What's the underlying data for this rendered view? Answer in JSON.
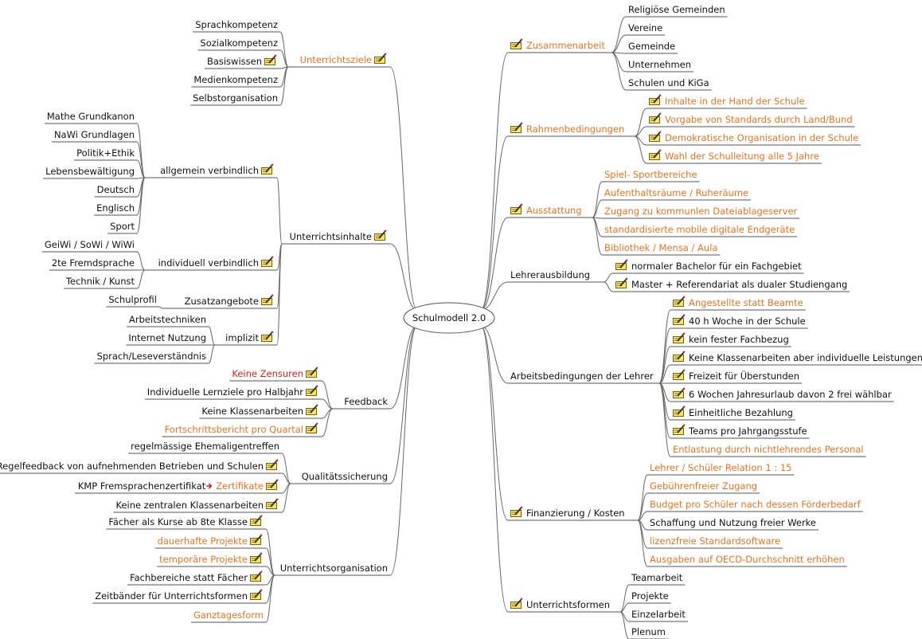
{
  "center": {
    "label": "Schulmodell 2.0"
  },
  "colors": {
    "default": "#111111",
    "accent": "#e8731e",
    "alert": "#d61f1f",
    "line": "#666666"
  },
  "icons": {
    "note": "pencil-note-icon",
    "arrow": "red-arrow-icon"
  },
  "branches": [
    {
      "label": "Unterrichtsziele",
      "color": "orange",
      "icon": true,
      "items": [
        {
          "label": "Sprachkompetenz"
        },
        {
          "label": "Sozialkompetenz"
        },
        {
          "label": "Basiswissen",
          "icon": true
        },
        {
          "label": "Medienkompetenz"
        },
        {
          "label": "Selbstorganisation"
        }
      ]
    },
    {
      "label": "Unterrichtsinhalte",
      "icon": true,
      "groups": [
        {
          "label": "allgemein verbindlich",
          "icon": true,
          "items": [
            {
              "label": "Mathe Grundkanon"
            },
            {
              "label": "NaWi Grundlagen"
            },
            {
              "label": "Politik+Ethik"
            },
            {
              "label": "Lebensbewältigung"
            },
            {
              "label": "Deutsch"
            },
            {
              "label": "Englisch"
            },
            {
              "label": "Sport"
            }
          ]
        },
        {
          "label": "individuell verbindlich",
          "icon": true,
          "items": [
            {
              "label": "GeiWi / SoWi / WiWi"
            },
            {
              "label": "2te Fremdsprache"
            },
            {
              "label": "Technik / Kunst"
            }
          ]
        },
        {
          "label": "Zusatzangebote",
          "icon": true,
          "items": [
            {
              "label": "Schulprofil"
            }
          ]
        },
        {
          "label": "implizit",
          "icon": true,
          "items": [
            {
              "label": "Arbeitstechniken"
            },
            {
              "label": "Internet Nutzung"
            },
            {
              "label": "Sprach/Leseverständnis"
            }
          ]
        }
      ]
    },
    {
      "label": "Feedback",
      "items": [
        {
          "label": "Keine Zensuren",
          "color": "red",
          "icon": true
        },
        {
          "label": "Individuelle Lernziele pro Halbjahr",
          "icon": true
        },
        {
          "label": "Keine Klassenarbeiten",
          "icon": true
        },
        {
          "label": "Fortschrittsbericht pro Quartal",
          "color": "orange",
          "icon": true
        }
      ]
    },
    {
      "label": "Qualitätssicherung",
      "items": [
        {
          "label": "regelmässige Ehemaligentreffen"
        },
        {
          "label": "Regelfeedback von aufnehmenden Betrieben und Schulen",
          "icon": true
        },
        {
          "label": "Zertifikate",
          "color": "orange",
          "icon": true,
          "note": "KMP Fremsprachenzertifikat"
        },
        {
          "label": "Keine zentralen Klassenarbeiten",
          "icon": true
        }
      ]
    },
    {
      "label": "Unterrichtsorganisation",
      "items": [
        {
          "label": "Fächer als Kurse ab 8te Klasse",
          "icon": true
        },
        {
          "label": "dauerhafte Projekte",
          "color": "orange",
          "icon": true
        },
        {
          "label": "temporäre Projekte",
          "color": "orange",
          "icon": true
        },
        {
          "label": "Fachbereiche statt Fächer",
          "icon": true
        },
        {
          "label": "Zeitbänder für Unterrichtsformen",
          "icon": true
        },
        {
          "label": "Ganztagesform",
          "color": "orange"
        }
      ]
    },
    {
      "label": "Zusammenarbeit",
      "color": "orange",
      "icon": true,
      "items": [
        {
          "label": "Religiöse Gemeinden"
        },
        {
          "label": "Vereine"
        },
        {
          "label": "Gemeinde"
        },
        {
          "label": "Unternehmen"
        },
        {
          "label": "Schulen und KiGa"
        }
      ]
    },
    {
      "label": "Rahmenbedingungen",
      "color": "orange",
      "icon": true,
      "items": [
        {
          "label": "Inhalte in der Hand der Schule",
          "color": "orange",
          "icon": true
        },
        {
          "label": "Vorgabe von Standards  durch Land/Bund",
          "color": "orange",
          "icon": true
        },
        {
          "label": "Demokratische Organisation in der Schule",
          "color": "orange",
          "icon": true
        },
        {
          "label": "Wahl der Schulleitung alle 5 Jahre",
          "color": "orange",
          "icon": true
        }
      ]
    },
    {
      "label": "Ausstattung",
      "color": "orange",
      "icon": true,
      "items": [
        {
          "label": "Spiel- Sportbereiche",
          "color": "orange"
        },
        {
          "label": "Aufenthaltsräume / Ruheräume",
          "color": "orange"
        },
        {
          "label": "Zugang zu kommunlen Dateiablageserver",
          "color": "orange"
        },
        {
          "label": "standardisierte mobile digitale Endgeräte",
          "color": "orange"
        },
        {
          "label": "Bibliothek / Mensa / Aula",
          "color": "orange"
        }
      ]
    },
    {
      "label": "Lehrerausbildung",
      "items": [
        {
          "label": "normaler Bachelor für ein Fachgebiet",
          "icon": true
        },
        {
          "label": "Master + Referendariat als dualer Studiengang",
          "icon": true
        }
      ]
    },
    {
      "label": "Arbeitsbedingungen der Lehrer",
      "items": [
        {
          "label": "Angestellte statt Beamte",
          "color": "orange",
          "icon": true
        },
        {
          "label": "40 h Woche in der Schule",
          "icon": true
        },
        {
          "label": "kein fester Fachbezug",
          "icon": true
        },
        {
          "label": "Keine Klassenarbeiten aber individuelle Leistungen",
          "icon": true
        },
        {
          "label": "Freizeit für Überstunden",
          "icon": true
        },
        {
          "label": "6 Wochen Jahresurlaub davon 2 frei wählbar",
          "icon": true
        },
        {
          "label": "Einheitliche Bezahlung",
          "icon": true
        },
        {
          "label": "Teams pro Jahrgangsstufe",
          "icon": true
        },
        {
          "label": "Entlastung durch nichtlehrendes Personal",
          "color": "orange"
        }
      ]
    },
    {
      "label": "Finanzierung / Kosten",
      "icon": true,
      "items": [
        {
          "label": "Lehrer / Schüler Relation 1 : 15",
          "color": "orange"
        },
        {
          "label": "Gebührenfreier Zugang",
          "color": "orange"
        },
        {
          "label": "Budget pro Schüler nach dessen Förderbedarf",
          "color": "orange"
        },
        {
          "label": "Schaffung und Nutzung freier Werke"
        },
        {
          "label": "lizenzfreie Standardsoftware",
          "color": "orange"
        },
        {
          "label": "Ausgaben auf OECD-Durchschnitt erhöhen",
          "color": "orange"
        }
      ]
    },
    {
      "label": "Unterrichtsformen",
      "icon": true,
      "items": [
        {
          "label": "Teamarbeit"
        },
        {
          "label": "Projekte"
        },
        {
          "label": "Einzelarbeit"
        },
        {
          "label": "Plenum"
        }
      ]
    }
  ]
}
